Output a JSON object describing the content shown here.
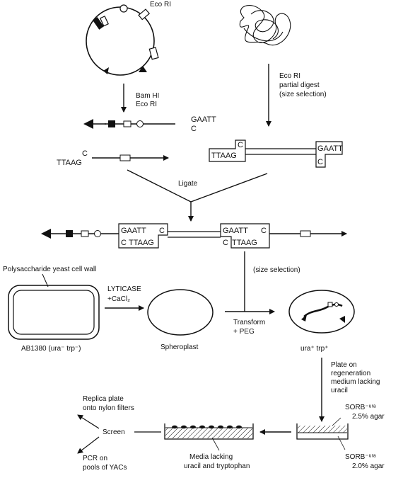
{
  "plasmid": {
    "ecori_label": "Eco RI"
  },
  "digest1": {
    "enzyme1": "Bam HI",
    "enzyme2": "Eco RI"
  },
  "arm_top": {
    "seq_top": "GAATT",
    "seq_bottom": "C"
  },
  "arm_left": {
    "seq_top": "C",
    "seq_bottom": "TTAAG"
  },
  "genomic": {
    "digest_line1": "Eco RI",
    "digest_line2": "partial digest",
    "digest_line3": "(size selection)"
  },
  "fragment": {
    "left_top": "C",
    "left_bottom": "TTAAG",
    "right_top": "GAATT",
    "right_bottom": "C"
  },
  "ligate": {
    "label": "Ligate"
  },
  "ligated": {
    "a_top": "GAATT",
    "a_right": "C",
    "a_left": "C",
    "a_bottom": "TTAAG",
    "b_top": "GAATT",
    "b_right": "C",
    "b_left": "C",
    "b_bottom": "TTAAG"
  },
  "size_selection2": "(size selection)",
  "yeast": {
    "wall_label": "Polysaccharide yeast cell wall",
    "strain_label": "AB1380 (ura⁻ trp⁻)",
    "lyticase": "LYTICASE",
    "cacl2": "+CaCl₂",
    "spheroplast": "Spheroplast",
    "transform": "Transform",
    "peg": "+ PEG",
    "transformant": "ura⁺ trp⁺"
  },
  "plating": {
    "line1": "Plate on",
    "line2": "regeneration",
    "line3": "medium lacking",
    "line4": "uracil"
  },
  "plate_right": {
    "top_label1": "SORB⁻ᵘʳᵃ",
    "top_label2": "2.5% agar",
    "bottom_label1": "SORB⁻ᵘʳᵃ",
    "bottom_label2": "2.0% agar"
  },
  "plate_left": {
    "media1": "Media lacking",
    "media2": "uracil and tryptophan"
  },
  "screen": {
    "label": "Screen",
    "replica1": "Replica plate",
    "replica2": "onto nylon filters",
    "pcr1": "PCR on",
    "pcr2": "pools of YACs"
  }
}
